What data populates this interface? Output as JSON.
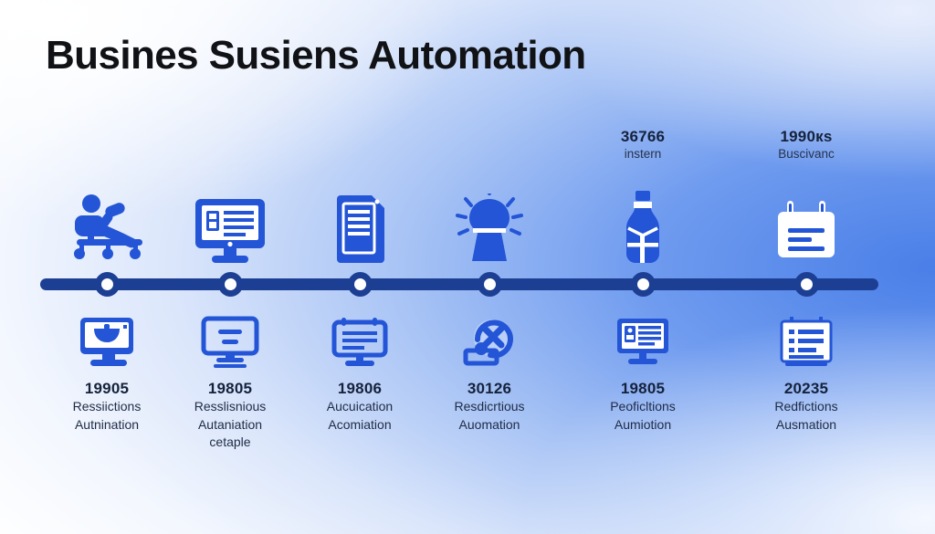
{
  "title": "Busines Susiens Automation",
  "colors": {
    "icon_blue": "#2355d6",
    "rail_navy": "#1c3f94",
    "node_fill": "#ffffff",
    "title_black": "#111215",
    "label_dark": "#15223c",
    "bg_accent_blue": "#4a7fe8"
  },
  "timeline": {
    "node_count": 6,
    "rail_label": "timeline-rail"
  },
  "top_row": [
    {
      "icon": "person-in-office-chair-icon",
      "number": "",
      "text": ""
    },
    {
      "icon": "desktop-monitor-document-icon",
      "number": "",
      "text": ""
    },
    {
      "icon": "stacked-documents-icon",
      "number": "",
      "text": ""
    },
    {
      "icon": "lightbulb-idea-icon",
      "number": "",
      "text": ""
    },
    {
      "icon": "water-bottle-icon",
      "number": "36766",
      "text": "instern"
    },
    {
      "icon": "notepad-calendar-icon",
      "number": "1990кs",
      "text": "Buscivanc"
    }
  ],
  "bottom_row": [
    {
      "icon": "monitor-chart-icon",
      "number": "19905",
      "line1": "Ressiictions",
      "line2": "Autnination",
      "line3": ""
    },
    {
      "icon": "monitor-text-icon",
      "number": "19805",
      "line1": "Resslisnious",
      "line2": "Autaniation",
      "line3": "cetaple"
    },
    {
      "icon": "monitor-board-lines-icon",
      "number": "19806",
      "line1": "Aucuication",
      "line2": "Acomiation",
      "line3": ""
    },
    {
      "icon": "user-cancel-circle-icon",
      "number": "30126",
      "line1": "Resdicrtious",
      "line2": "Auomation",
      "line3": ""
    },
    {
      "icon": "monitor-profile-card-icon",
      "number": "19805",
      "line1": "Peoficltions",
      "line2": "Aumiotion",
      "line3": ""
    },
    {
      "icon": "clipboard-list-icon",
      "number": "20235",
      "line1": "Redfictions",
      "line2": "Ausmation",
      "line3": ""
    }
  ]
}
